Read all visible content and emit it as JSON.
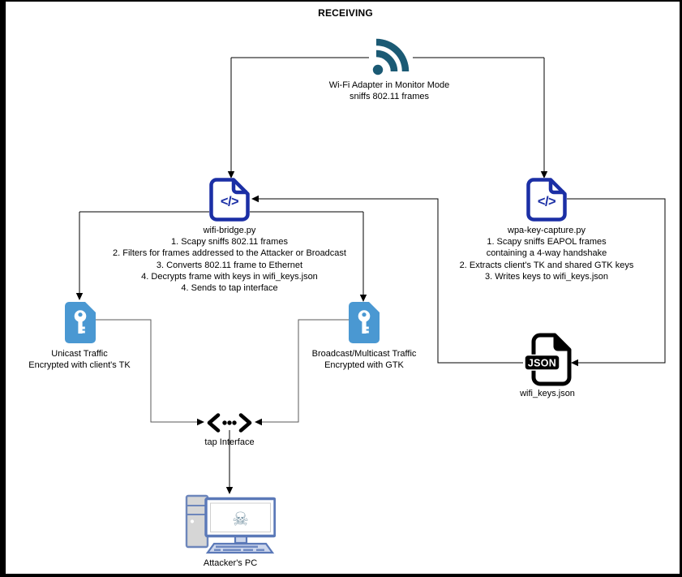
{
  "title": "RECEIVING",
  "icons": {
    "code_glyph": "</>",
    "json_badge": "JSON",
    "skull_glyph": "☠"
  },
  "colors": {
    "wifi_adapter_teal": "#1b5a74",
    "code_file_blue": "#1b2fa5",
    "key_file_blue": "#4a98d2",
    "json_black": "#000000",
    "pc_blue": "#5b79b8",
    "connector_black": "#000000",
    "connector_gray": "#5a5a5a"
  },
  "nodes": {
    "wifi_adapter": {
      "line1": "Wi-Fi Adapter in Monitor Mode",
      "line2": "sniffs 802.11 frames"
    },
    "wifi_bridge": {
      "name": "wifi-bridge.py",
      "steps": [
        "1. Scapy sniffs 802.11 frames",
        "2. Filters for frames addressed to the Attacker or Broadcast",
        "3. Converts 802.11 frame to Ethernet",
        "4. Decrypts frame with keys in wifi_keys.json",
        "4. Sends to tap interface"
      ]
    },
    "wpa_key_capture": {
      "name": "wpa-key-capture.py",
      "steps": [
        "1. Scapy sniffs EAPOL frames",
        "containing a 4-way handshake",
        "2. Extracts client's TK and shared GTK keys",
        "3. Writes keys to wifi_keys.json"
      ]
    },
    "unicast": {
      "line1": "Unicast Traffic",
      "line2": "Encrypted with client's TK"
    },
    "broadcast": {
      "line1": "Broadcast/Multicast Traffic",
      "line2": "Encrypted with GTK"
    },
    "wifi_keys": {
      "label": "wifi_keys.json"
    },
    "tap": {
      "label": "tap Interface"
    },
    "attacker_pc": {
      "label": "Attacker's PC"
    }
  },
  "edges": [
    {
      "from": "wifi-adapter",
      "to": "wifi-bridge.py"
    },
    {
      "from": "wifi-adapter",
      "to": "wpa-key-capture.py"
    },
    {
      "from": "wifi-bridge.py",
      "to": "unicast-traffic"
    },
    {
      "from": "wifi-bridge.py",
      "to": "broadcast-multicast-traffic"
    },
    {
      "from": "wpa-key-capture.py",
      "to": "wifi_keys.json"
    },
    {
      "from": "wifi_keys.json",
      "to": "wifi-bridge.py"
    },
    {
      "from": "unicast-traffic",
      "to": "tap-interface"
    },
    {
      "from": "broadcast-multicast-traffic",
      "to": "tap-interface"
    },
    {
      "from": "tap-interface",
      "to": "attackers-pc"
    }
  ]
}
